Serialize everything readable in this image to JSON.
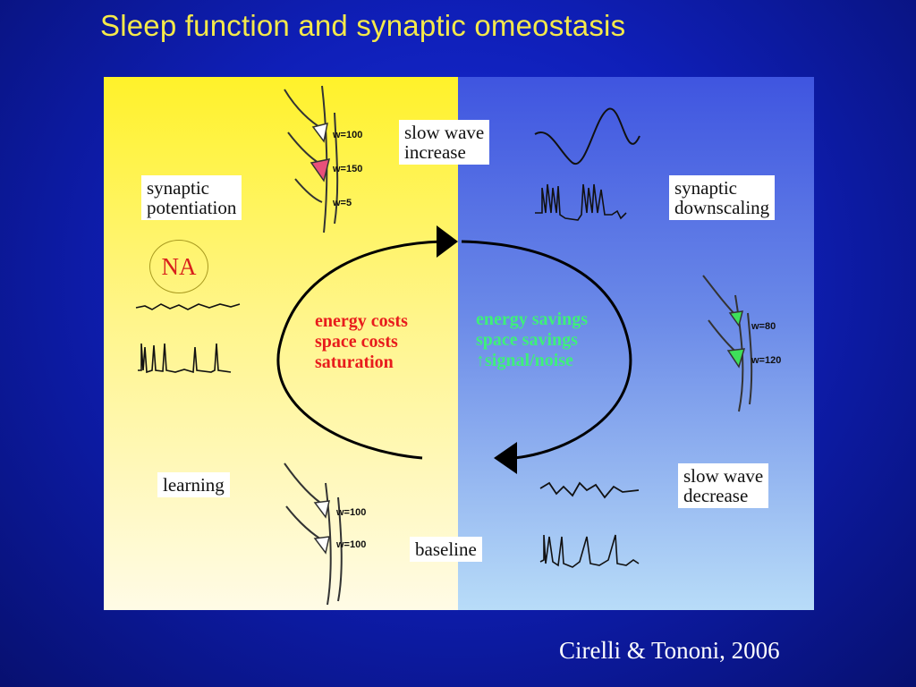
{
  "title": "Sleep function and synaptic omeostasis",
  "labels": {
    "slow_wave_increase": [
      "slow wave",
      "increase"
    ],
    "synaptic_potentiation": [
      "synaptic",
      "potentiation"
    ],
    "synaptic_downscaling": [
      "synaptic",
      "downscaling"
    ],
    "na": "NA",
    "learning": "learning",
    "baseline": "baseline",
    "slow_wave_decrease": [
      "slow wave",
      "decrease"
    ]
  },
  "costs": [
    "energy costs",
    "space costs",
    "saturation"
  ],
  "savings": [
    "energy savings",
    "space savings",
    "↑signal/noise"
  ],
  "weights": {
    "top_neuron": [
      "w=100",
      "w=150",
      "w=5"
    ],
    "downscaled_neuron": [
      "w=80",
      "w=120"
    ],
    "baseline_neuron": [
      "w=100",
      "w=100"
    ]
  },
  "citation": "Cirelli & Tononi, 2006",
  "colors": {
    "title": "#f5e94a",
    "costs_text": "#e81c1c",
    "savings_text": "#3ef07a",
    "potentiated_synapse": "#e8507a",
    "downscaled_synapse": "#3ee05a"
  }
}
